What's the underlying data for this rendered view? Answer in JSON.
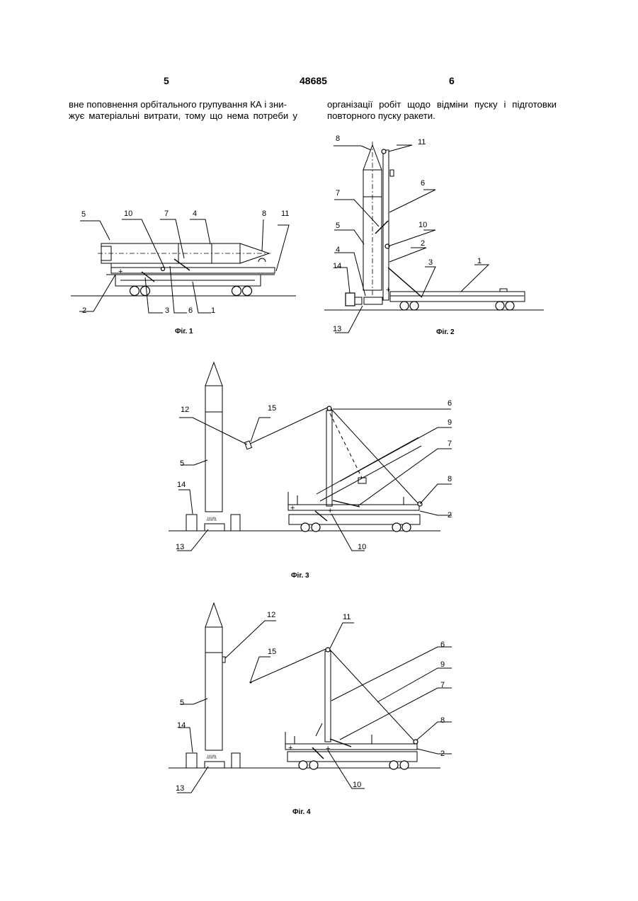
{
  "header": {
    "page_left": "5",
    "patent_number": "48685",
    "page_right": "6"
  },
  "text": {
    "left_col": [
      "вне поповнення орбітального групування КА і зни-",
      "жує матеріальні витрати, тому що нема потреби у"
    ],
    "right_col": [
      "організації робіт щодо відміни пуску і підготовки",
      "повторного пуску ракети."
    ]
  },
  "figures": {
    "fig1": {
      "caption": "Фіг. 1",
      "labels": {
        "l5": "5",
        "l10": "10",
        "l7": "7",
        "l4": "4",
        "l8": "8",
        "l11": "11",
        "l2": "2",
        "l3": "3",
        "l6": "6",
        "l1": "1"
      }
    },
    "fig2": {
      "caption": "Фіг. 2",
      "labels": {
        "l8": "8",
        "l11": "11",
        "l7": "7",
        "l6": "6",
        "l5": "5",
        "l10": "10",
        "l2": "2",
        "l4": "4",
        "l3": "3",
        "l1": "1",
        "l14": "14",
        "l13": "13"
      }
    },
    "fig3": {
      "caption": "Фіг. 3",
      "labels": {
        "l12": "12",
        "l15": "15",
        "l6": "6",
        "l9": "9",
        "l7": "7",
        "l5": "5",
        "l8": "8",
        "l14": "14",
        "l2": "2",
        "l13": "13",
        "l10": "10"
      }
    },
    "fig4": {
      "caption": "Фіг. 4",
      "labels": {
        "l12": "12",
        "l11": "11",
        "l15": "15",
        "l6": "6",
        "l9": "9",
        "l7": "7",
        "l5": "5",
        "l14": "14",
        "l8": "8",
        "l2": "2",
        "l13": "13",
        "l10": "10"
      }
    }
  }
}
